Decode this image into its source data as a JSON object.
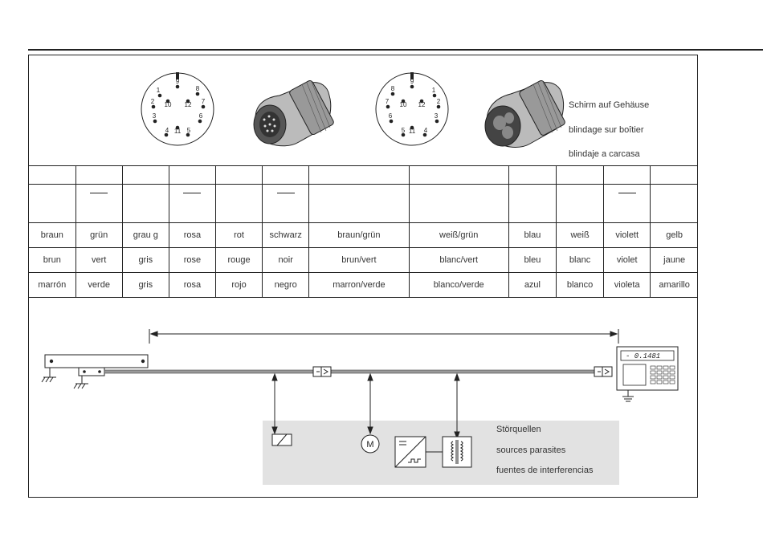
{
  "pinout": {
    "plug_a_pins": [
      "1",
      "2",
      "3",
      "4",
      "5",
      "6",
      "7",
      "8",
      "9",
      "10",
      "11",
      "12"
    ],
    "plug_b_pins": [
      "1",
      "2",
      "3",
      "4",
      "5",
      "6",
      "7",
      "8",
      "9",
      "10",
      "11",
      "12"
    ]
  },
  "shield": {
    "de": "Schirm auf Gehäuse",
    "fr": "blindage sur boîtier",
    "es": "blindaje a carcasa"
  },
  "wire_table": {
    "columns": [
      {
        "de": "braun",
        "fr": "brun",
        "es": "marrón",
        "bar": false
      },
      {
        "de": "grün",
        "fr": "vert",
        "es": "verde",
        "bar": true
      },
      {
        "de": "grau g",
        "fr": "gris",
        "es": "gris",
        "bar": false
      },
      {
        "de": "rosa",
        "fr": "rose",
        "es": "rosa",
        "bar": true
      },
      {
        "de": "rot",
        "fr": "rouge",
        "es": "rojo",
        "bar": false
      },
      {
        "de": "schwarz",
        "fr": "noir",
        "es": "negro",
        "bar": true
      },
      {
        "de": "braun/grün",
        "fr": "brun/vert",
        "es": "marron/verde",
        "bar": false
      },
      {
        "de": "weiß/grün",
        "fr": "blanc/vert",
        "es": "blanco/verde",
        "bar": false
      },
      {
        "de": "blau",
        "fr": "bleu",
        "es": "azul",
        "bar": false
      },
      {
        "de": "weiß",
        "fr": "blanc",
        "es": "blanco",
        "bar": false
      },
      {
        "de": "violett",
        "fr": "violet",
        "es": "violeta",
        "bar": true
      },
      {
        "de": "gelb",
        "fr": "jaune",
        "es": "amarillo",
        "bar": false
      }
    ]
  },
  "display": {
    "readout": "- 0.1481"
  },
  "noise_sources": {
    "de": "Störquellen",
    "fr": "sources parasites",
    "es": "fuentes de interferencias",
    "motor_symbol": "M"
  }
}
